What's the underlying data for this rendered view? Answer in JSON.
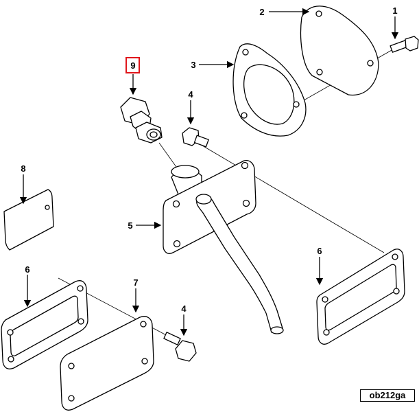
{
  "callouts": {
    "c1": "1",
    "c2": "2",
    "c3": "3",
    "c4a": "4",
    "c4b": "4",
    "c5": "5",
    "c6a": "6",
    "c6b": "6",
    "c7": "7",
    "c8": "8",
    "c9": "9"
  },
  "highlighted_callout": "9",
  "highlight_color": "#e0161b",
  "drawing_code": "ob212ga"
}
